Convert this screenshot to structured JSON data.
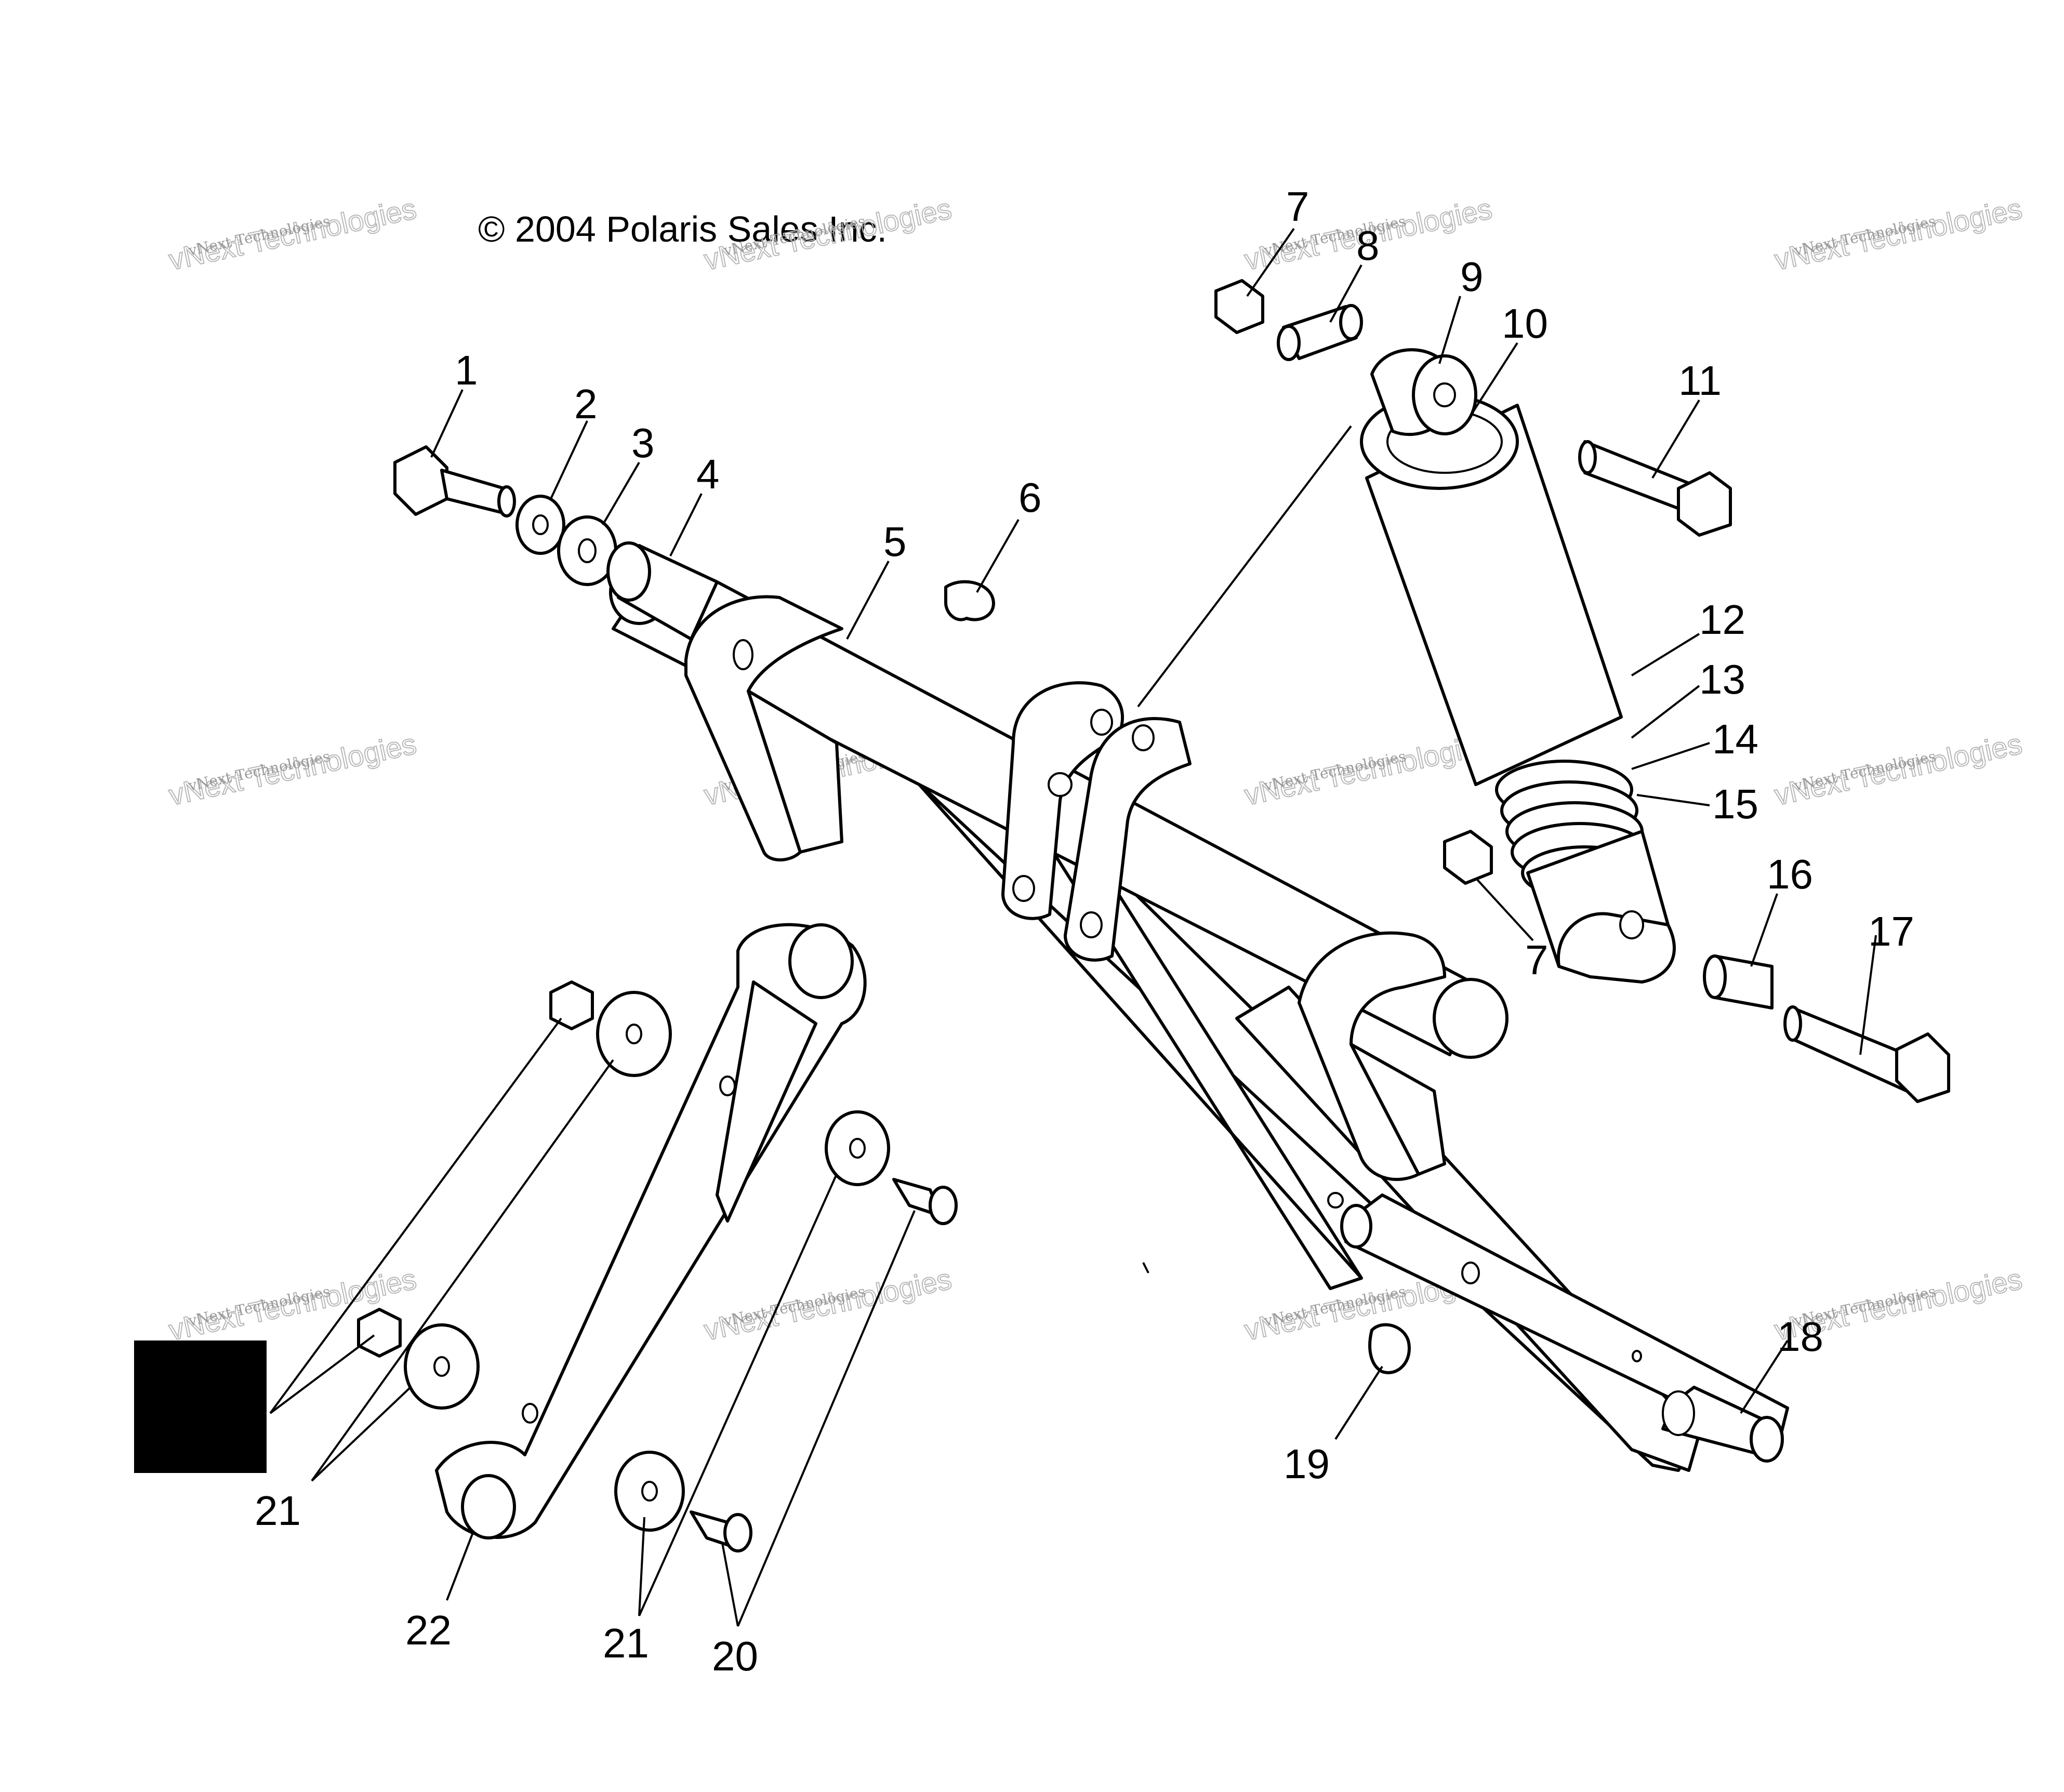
{
  "copyright": "© 2004 Polaris Sales Inc.",
  "watermark": {
    "small": "vNext Technologies",
    "large": "vNext Technologies"
  },
  "callouts": [
    {
      "id": "1",
      "text": "1"
    },
    {
      "id": "2",
      "text": "2"
    },
    {
      "id": "3",
      "text": "3"
    },
    {
      "id": "4",
      "text": "4"
    },
    {
      "id": "5",
      "text": "5"
    },
    {
      "id": "6",
      "text": "6"
    },
    {
      "id": "7a",
      "text": "7"
    },
    {
      "id": "7b",
      "text": "7"
    },
    {
      "id": "8",
      "text": "8"
    },
    {
      "id": "9",
      "text": "9"
    },
    {
      "id": "10",
      "text": "10"
    },
    {
      "id": "11",
      "text": "11"
    },
    {
      "id": "12",
      "text": "12"
    },
    {
      "id": "13",
      "text": "13"
    },
    {
      "id": "14",
      "text": "14"
    },
    {
      "id": "15",
      "text": "15"
    },
    {
      "id": "16",
      "text": "16"
    },
    {
      "id": "17",
      "text": "17"
    },
    {
      "id": "18",
      "text": "18"
    },
    {
      "id": "19",
      "text": "19"
    },
    {
      "id": "20",
      "text": "20"
    },
    {
      "id": "21a",
      "text": "21"
    },
    {
      "id": "21b",
      "text": "21"
    },
    {
      "id": "22",
      "text": "22"
    }
  ]
}
